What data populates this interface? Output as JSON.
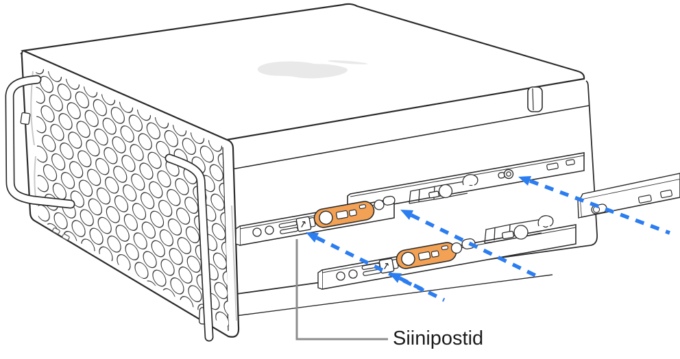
{
  "figure": {
    "type": "illustration",
    "subject": "Mac Pro rack computer with slide rails being attached",
    "callout_label": "Siinipostid",
    "colors": {
      "background": "#ffffff",
      "line": "#2b2b2b",
      "accent_orange": "#F2A155",
      "arrow_blue": "#2B7DF0",
      "callout_gray": "#8d8d8d",
      "logo_gray": "#E9E9E9"
    },
    "icons": [
      "apple-logo-icon"
    ],
    "arrow_count": 4
  }
}
